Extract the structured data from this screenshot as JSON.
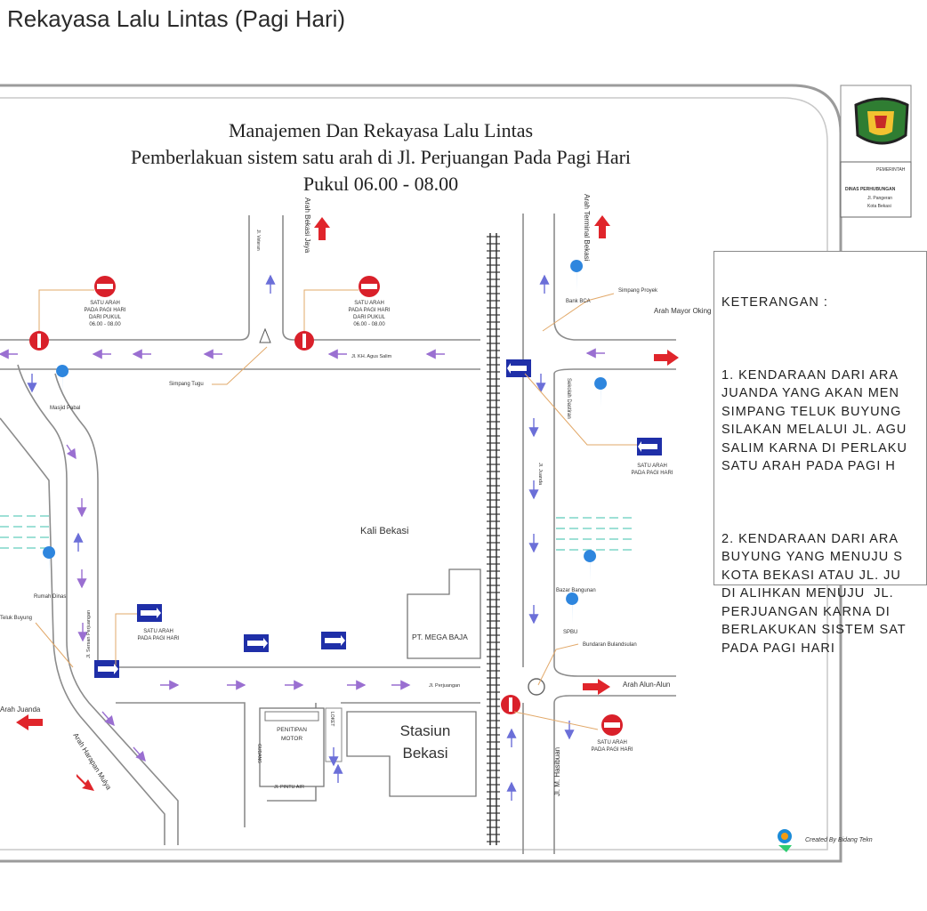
{
  "page": {
    "title": "Rekayasa Lalu Lintas (Pagi Hari)"
  },
  "map": {
    "heading": {
      "line1": "Manajemen Dan Rekayasa Lalu Lintas",
      "line2": "Pemberlakuan sistem satu arah di Jl. Perjuangan Pada Pagi Hari",
      "line3": "Pukul 06.00 - 08.00"
    },
    "legend": {
      "title": "KETERANGAN :",
      "item1": "1. KENDARAAN DARI ARA\nJUANDA YANG AKAN MEN\nSIMPANG TELUK BUYUNG\nSILAKAN MELALUI JL. AGU\nSALIM KARNA DI PERLAKU\nSATU ARAH PADA PAGI H",
      "item2": "2. KENDARAAN DARI ARA\nBUYUNG YANG MENUJU S\nKOTA BEKASI ATAU JL. JU\nDI ALIHKAN MENUJU  JL.\nPERJUANGAN KARNA DI\nBERLAKUKAN SISTEM SAT\nPADA PAGI HARI"
    },
    "signs": {
      "no_entry_1": [
        "SATU ARAH",
        "PADA PAGI HARI",
        "DARI PUKUL",
        "06.00 - 08.00"
      ],
      "no_entry_2": [
        "SATU ARAH",
        "PADA PAGI HARI",
        "DARI PUKUL",
        "06.00 - 08.00"
      ],
      "one_way_right": [
        "SATU ARAH",
        "PADA PAGI HARI"
      ],
      "one_way_left": [
        "SATU ARAH",
        "PADA PAGI HARI"
      ],
      "no_entry_bottom": [
        "SATU ARAH",
        "PADA PAGI HARI"
      ]
    },
    "labels": {
      "arah_bekasi_jaya": "Arah Bekasi Jaya",
      "arah_terminal_bekasi": "Arah Terminal Bekasi",
      "arah_mayor_oking": "Arah Mayor Oking",
      "arah_alun_alun": "Arah Alun-Alun",
      "arah_harapan_mulya": "Arah Harapan Mulya",
      "arah_juanda": "Arah Juanda",
      "simpang_tugu": "Simpang Tugu",
      "simpang_proyek": "Simpang Proyek",
      "bundaran_bulandsulan": "Bundaran Bulandsulan",
      "masjid_pabal": "Masjid Pabal",
      "rumah_dinas": "Rumah Dinas",
      "bank_bca": "Bank BCA",
      "sekolah": "Sekolah Dastiran",
      "bazar_bangunan": "Bazar Bangunan",
      "spbu": "SPBU",
      "kali_bekasi": "Kali Bekasi",
      "pt_mega_baja": "PT. MEGA BAJA",
      "stasiun": "Stasiun",
      "bekasi": "Bekasi",
      "penitipan": "PENITIPAN",
      "motor": "MOTOR",
      "jl_agus_salim": "Jl. KH. Agus Salim",
      "jl_perjuangan": "Jl. Perjuangan",
      "jl_sersan_perjuangan": "Jl. Sersan Perjuangan",
      "jl_veteran": "Jl. Veteran",
      "jl_pintu_air": "Jl. PINTU AIR",
      "jl_juanda": "Jl. Juanda",
      "jl_hasibuan": "Jl. M. Hasibuan",
      "teluk_buyung": "Teluk Buyung",
      "gudang": "GUDANG",
      "loket": "LOKET",
      "credit": "Created By  Bidang Tekn",
      "header_office_1": "PEMERINTAH",
      "header_office_2": "DINAS PERHUBUNGAN",
      "header_office_3": "Jl. Pangeran",
      "header_office_4": "Kota Bekasi"
    }
  },
  "colors": {
    "arrow_purple": "#9a6fd1",
    "arrow_blue": "#6b6fd8",
    "sign_red": "#d9202a",
    "sign_blue": "#1f2fa8",
    "route_red": "#e0252b",
    "pin_blue": "#2e86de",
    "road_edge": "#8c8c8c"
  }
}
